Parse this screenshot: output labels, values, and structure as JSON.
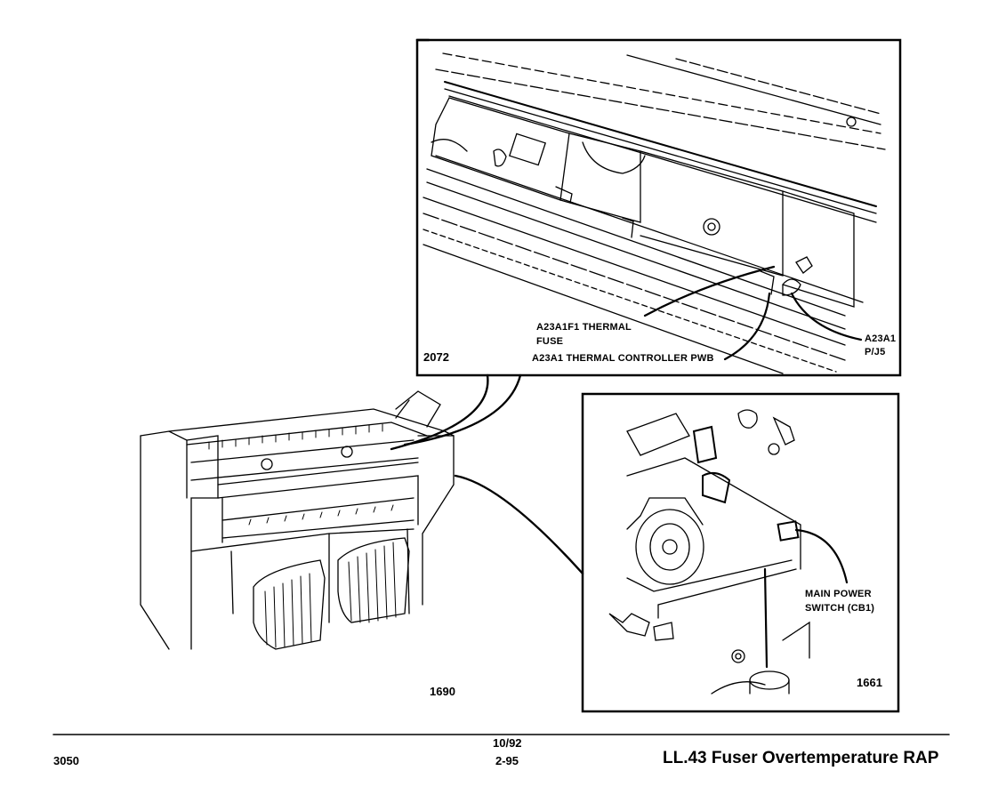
{
  "figures": {
    "top_inset": {
      "number": "2072",
      "callouts": {
        "fuse_line1": "A23A1F1 THERMAL",
        "fuse_line2": "FUSE",
        "pwb": "A23A1 THERMAL CONTROLLER PWB",
        "connector_line1": "A23A1",
        "connector_line2": "P/J5"
      }
    },
    "machine": {
      "number": "1690"
    },
    "switch_inset": {
      "number": "1661",
      "callouts": {
        "switch_line1": "MAIN POWER",
        "switch_line2": "SWITCH  (CB1)"
      }
    }
  },
  "footer": {
    "model": "3050",
    "date": "10/92",
    "page": "2-95",
    "title": "LL.43 Fuser Overtemperature RAP"
  }
}
